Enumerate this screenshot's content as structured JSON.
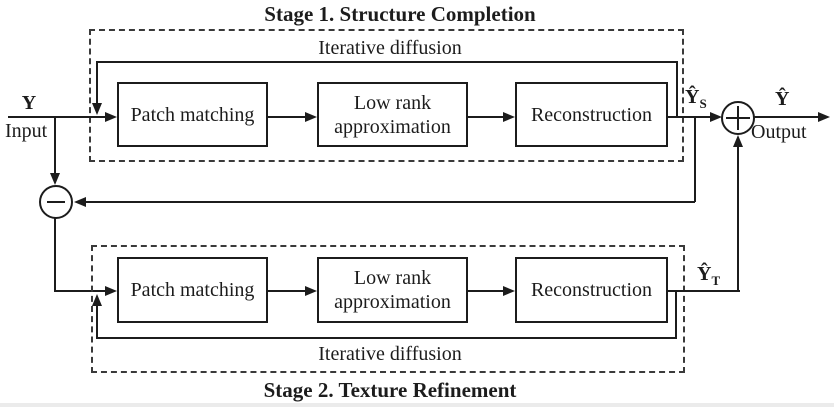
{
  "diagram": {
    "input": {
      "symbol": "Y",
      "label": "Input"
    },
    "final_output": {
      "symbol": "Ŷ",
      "label": "Output"
    },
    "stage1": {
      "title": "Stage 1. Structure Completion",
      "loop_label": "Iterative diffusion",
      "boxes": [
        {
          "label": "Patch matching"
        },
        {
          "label": "Low rank approximation"
        },
        {
          "label": "Reconstruction"
        }
      ],
      "output_symbol": "Ŷ",
      "output_subscript": "S"
    },
    "stage2": {
      "title": "Stage 2. Texture Refinement",
      "loop_label": "Iterative diffusion",
      "boxes": [
        {
          "label": "Patch matching"
        },
        {
          "label": "Low rank approximation"
        },
        {
          "label": "Reconstruction"
        }
      ],
      "output_symbol": "Ŷ",
      "output_subscript": "T"
    },
    "operators": {
      "sum": "plus-icon",
      "difference": "minus-icon"
    },
    "colors": {
      "line": "#1c1c1c",
      "background": "#ffffff"
    }
  }
}
